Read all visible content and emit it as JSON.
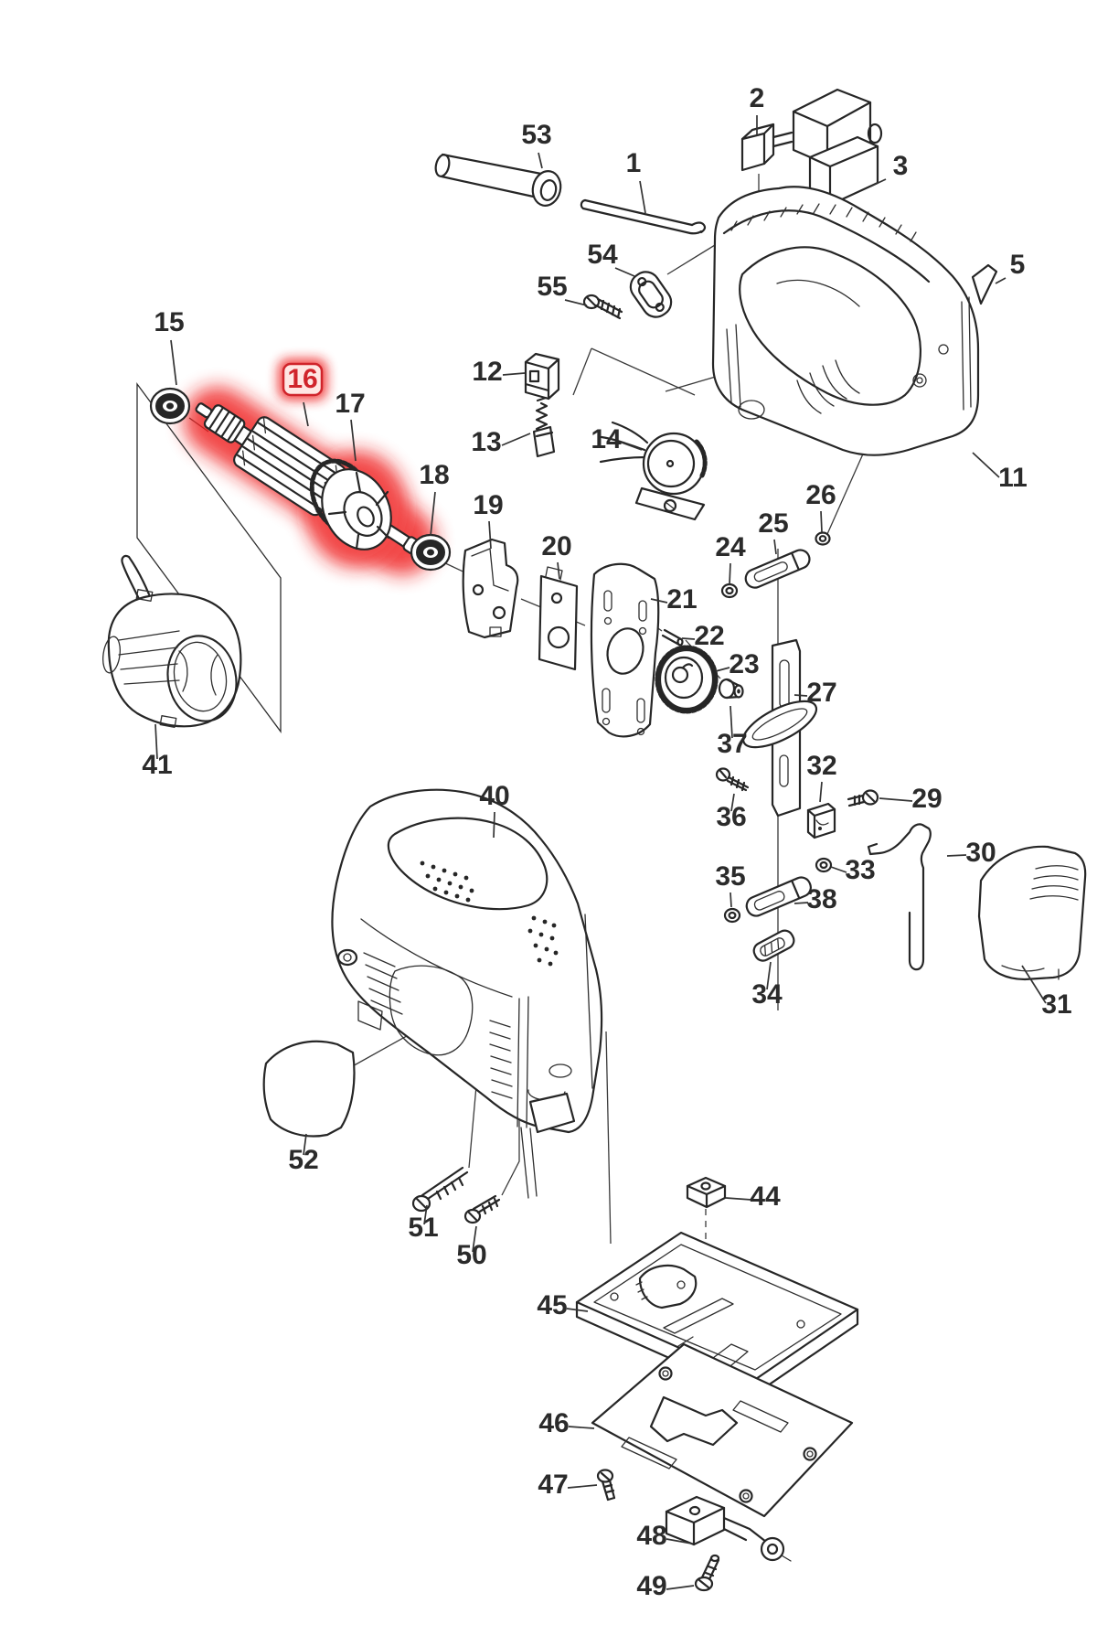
{
  "diagram": {
    "type": "exploded-parts-diagram",
    "background": "#ffffff",
    "line_color": "#262626",
    "highlight_color": "#e02421",
    "highlighted_part": "16"
  },
  "parts": {
    "p1": {
      "label": "1"
    },
    "p2": {
      "label": "2"
    },
    "p3": {
      "label": "3"
    },
    "p5": {
      "label": "5"
    },
    "p11": {
      "label": "11"
    },
    "p12": {
      "label": "12"
    },
    "p13": {
      "label": "13"
    },
    "p14": {
      "label": "14"
    },
    "p15": {
      "label": "15"
    },
    "p16": {
      "label": "16"
    },
    "p17": {
      "label": "17"
    },
    "p18": {
      "label": "18"
    },
    "p19": {
      "label": "19"
    },
    "p20": {
      "label": "20"
    },
    "p21": {
      "label": "21"
    },
    "p22": {
      "label": "22"
    },
    "p23": {
      "label": "23"
    },
    "p24": {
      "label": "24"
    },
    "p25": {
      "label": "25"
    },
    "p26": {
      "label": "26"
    },
    "p27": {
      "label": "27"
    },
    "p29": {
      "label": "29"
    },
    "p30": {
      "label": "30"
    },
    "p31": {
      "label": "31"
    },
    "p32": {
      "label": "32"
    },
    "p33": {
      "label": "33"
    },
    "p34": {
      "label": "34"
    },
    "p35": {
      "label": "35"
    },
    "p36": {
      "label": "36"
    },
    "p37": {
      "label": "37"
    },
    "p38": {
      "label": "38"
    },
    "p40": {
      "label": "40"
    },
    "p41": {
      "label": "41"
    },
    "p44": {
      "label": "44"
    },
    "p45": {
      "label": "45"
    },
    "p46": {
      "label": "46"
    },
    "p47": {
      "label": "47"
    },
    "p48": {
      "label": "48"
    },
    "p49": {
      "label": "49"
    },
    "p50": {
      "label": "50"
    },
    "p51": {
      "label": "51"
    },
    "p52": {
      "label": "52"
    },
    "p53": {
      "label": "53"
    },
    "p54": {
      "label": "54"
    },
    "p55": {
      "label": "55"
    }
  }
}
